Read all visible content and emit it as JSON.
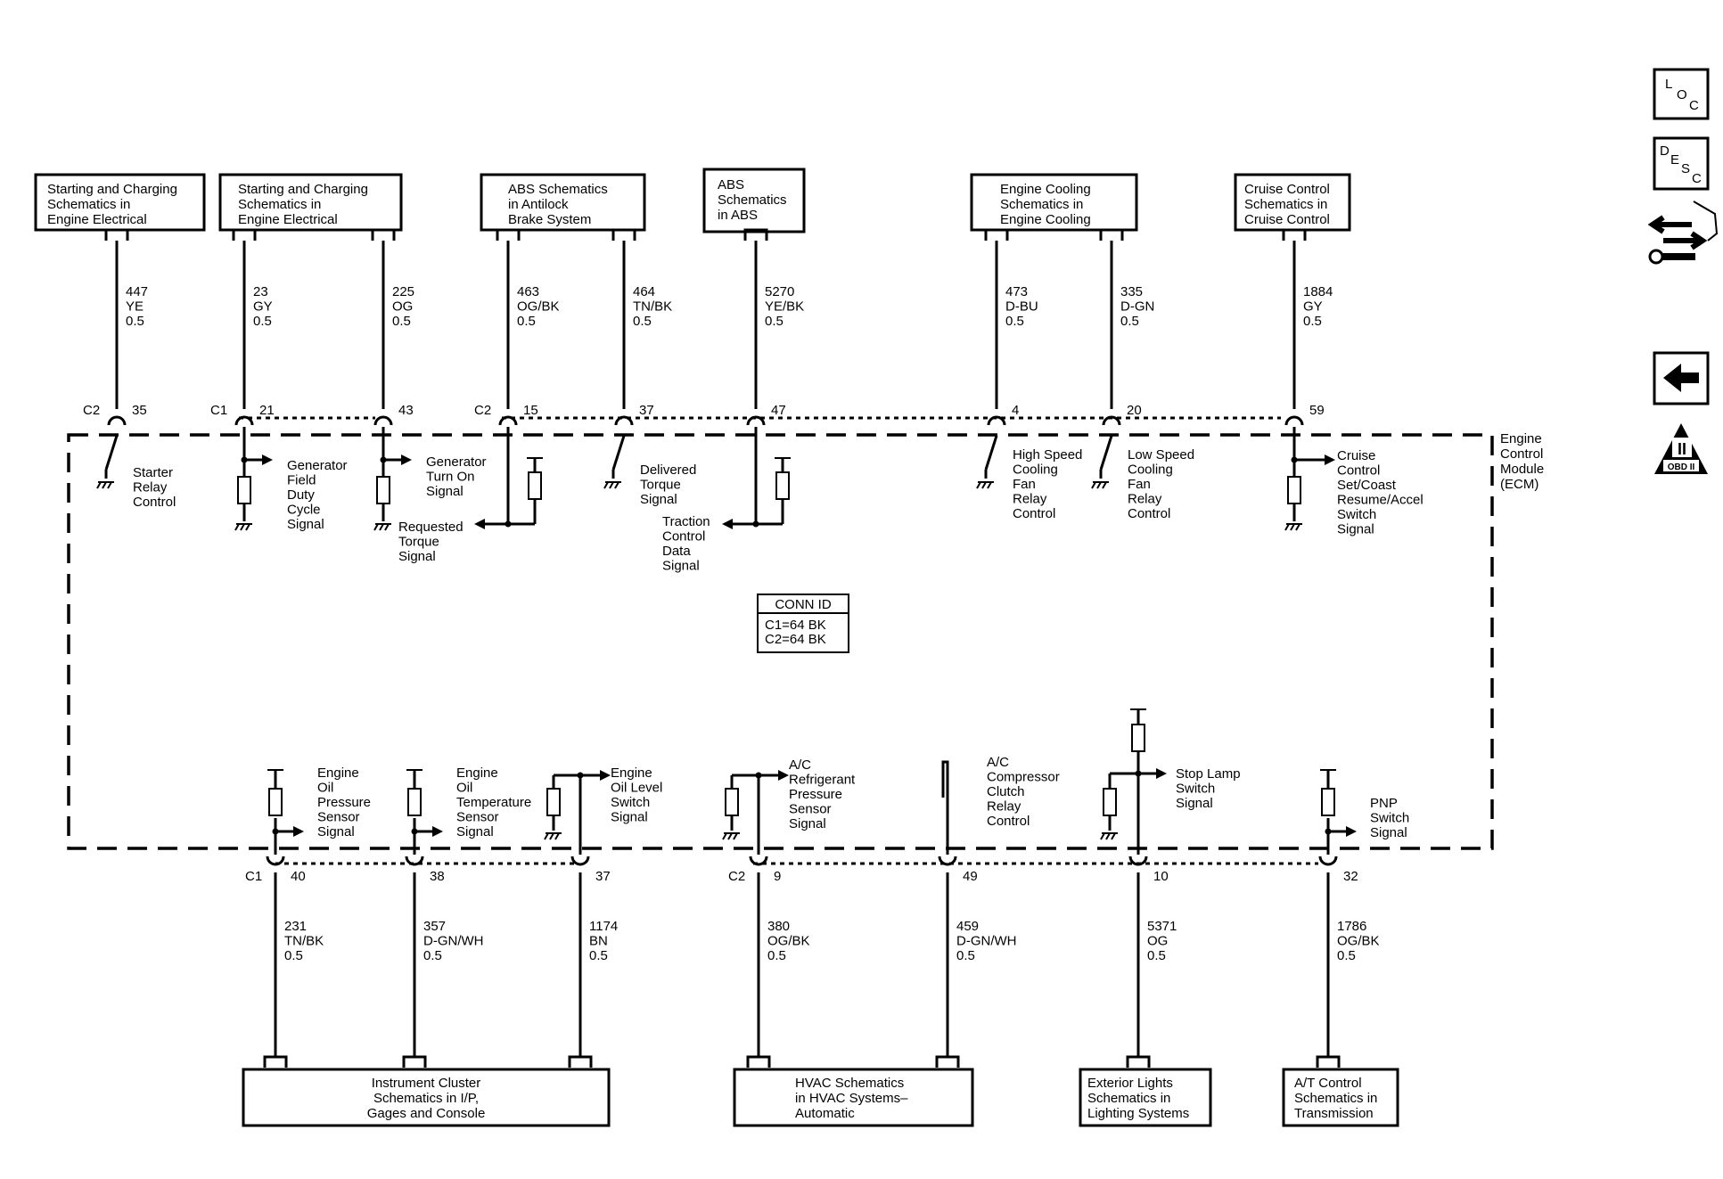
{
  "module_label": [
    "Engine",
    "Control",
    "Module",
    "(ECM)"
  ],
  "conn_id": {
    "title": "CONN ID",
    "lines": [
      "C1=64 BK",
      "C2=64 BK"
    ]
  },
  "side_icons": {
    "loc": [
      "L",
      "O",
      "C"
    ],
    "desc": [
      "D",
      "E",
      "S",
      "C"
    ],
    "obd": [
      "II",
      "OBD II"
    ]
  },
  "top_boxes": [
    [
      "Starting and Charging",
      "Schematics in",
      "Engine Electrical"
    ],
    [
      "Starting and Charging",
      "Schematics in",
      "Engine Electrical"
    ],
    [
      "ABS Schematics",
      "in Antilock",
      "Brake System"
    ],
    [
      "ABS",
      "Schematics",
      "in ABS"
    ],
    [
      "Engine Cooling",
      "Schematics in",
      "Engine Cooling"
    ],
    [
      "Cruise Control",
      "Schematics in",
      "Cruise Control"
    ]
  ],
  "top_circuits": [
    {
      "connector": "C2",
      "pin": "35",
      "circuit": [
        "447",
        "YE",
        "0.5"
      ],
      "label": [
        "Starter",
        "Relay",
        "Control"
      ]
    },
    {
      "connector": "C1",
      "pin": "21",
      "circuit": [
        "23",
        "GY",
        "0.5"
      ],
      "label": [
        "Generator",
        "Field",
        "Duty",
        "Cycle",
        "Signal"
      ]
    },
    {
      "connector": "",
      "pin": "43",
      "circuit": [
        "225",
        "OG",
        "0.5"
      ],
      "label": [
        "Generator",
        "Turn On",
        "Signal"
      ]
    },
    {
      "connector": "C2",
      "pin": "15",
      "circuit": [
        "463",
        "OG/BK",
        "0.5"
      ],
      "label": [
        "Requested",
        "Torque",
        "Signal"
      ]
    },
    {
      "connector": "",
      "pin": "37",
      "circuit": [
        "464",
        "TN/BK",
        "0.5"
      ],
      "label": [
        "Delivered",
        "Torque",
        "Signal"
      ]
    },
    {
      "connector": "",
      "pin": "47",
      "circuit": [
        "5270",
        "YE/BK",
        "0.5"
      ],
      "label": [
        "Traction",
        "Control",
        "Data",
        "Signal"
      ]
    },
    {
      "connector": "",
      "pin": "4",
      "circuit": [
        "473",
        "D-BU",
        "0.5"
      ],
      "label": [
        "High Speed",
        "Cooling",
        "Fan",
        "Relay",
        "Control"
      ]
    },
    {
      "connector": "",
      "pin": "20",
      "circuit": [
        "335",
        "D-GN",
        "0.5"
      ],
      "label": [
        "Low Speed",
        "Cooling",
        "Fan",
        "Relay",
        "Control"
      ]
    },
    {
      "connector": "",
      "pin": "59",
      "circuit": [
        "1884",
        "GY",
        "0.5"
      ],
      "label": [
        "Cruise",
        "Control",
        "Set/Coast",
        "Resume/Accel",
        "Switch",
        "Signal"
      ]
    }
  ],
  "bottom_circuits": [
    {
      "connector": "C1",
      "pin": "40",
      "circuit": [
        "231",
        "TN/BK",
        "0.5"
      ],
      "label": [
        "Engine",
        "Oil",
        "Pressure",
        "Sensor",
        "Signal"
      ]
    },
    {
      "connector": "",
      "pin": "38",
      "circuit": [
        "357",
        "D-GN/WH",
        "0.5"
      ],
      "label": [
        "Engine",
        "Oil",
        "Temperature",
        "Sensor",
        "Signal"
      ]
    },
    {
      "connector": "",
      "pin": "37",
      "circuit": [
        "1174",
        "BN",
        "0.5"
      ],
      "label": [
        "Engine",
        "Oil Level",
        "Switch",
        "Signal"
      ]
    },
    {
      "connector": "C2",
      "pin": "9",
      "circuit": [
        "380",
        "OG/BK",
        "0.5"
      ],
      "label": [
        "A/C",
        "Refrigerant",
        "Pressure",
        "Sensor",
        "Signal"
      ]
    },
    {
      "connector": "",
      "pin": "49",
      "circuit": [
        "459",
        "D-GN/WH",
        "0.5"
      ],
      "label": [
        "A/C",
        "Compressor",
        "Clutch",
        "Relay",
        "Control"
      ]
    },
    {
      "connector": "",
      "pin": "10",
      "circuit": [
        "5371",
        "OG",
        "0.5"
      ],
      "label": [
        "Stop Lamp",
        "Switch",
        "Signal"
      ]
    },
    {
      "connector": "",
      "pin": "32",
      "circuit": [
        "1786",
        "OG/BK",
        "0.5"
      ],
      "label": [
        "PNP",
        "Switch",
        "Signal"
      ]
    }
  ],
  "bottom_boxes": [
    [
      "Instrument Cluster",
      "Schematics in I/P,",
      "Gages and Console"
    ],
    [
      "HVAC Schematics",
      "in HVAC Systems–",
      "Automatic"
    ],
    [
      "Exterior Lights",
      "Schematics in",
      "Lighting Systems"
    ],
    [
      "A/T Control",
      "Schematics in",
      "Transmission"
    ]
  ]
}
